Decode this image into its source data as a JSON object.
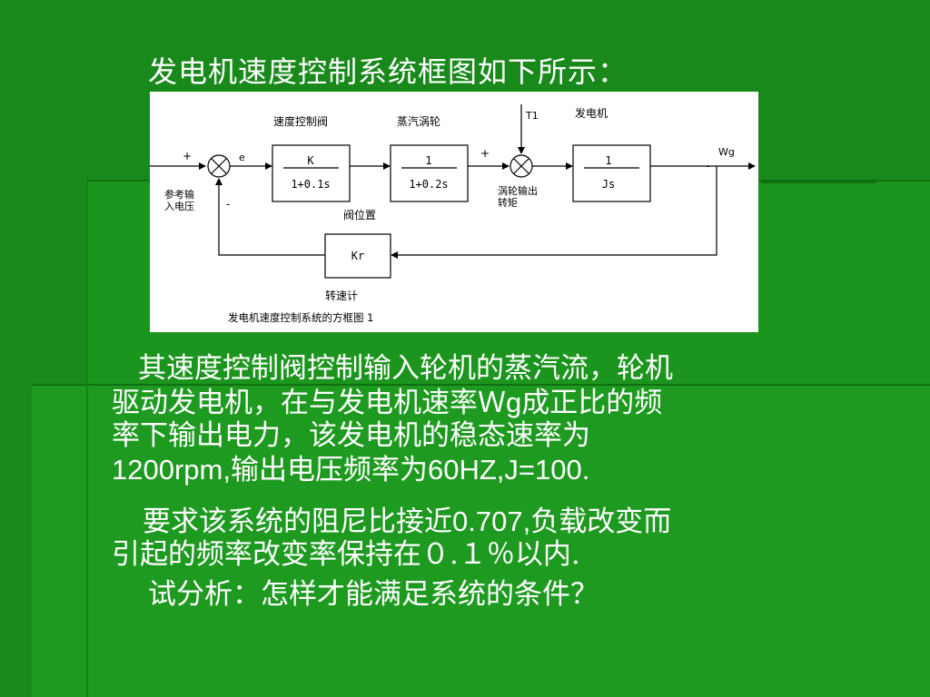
{
  "slide_title": "发电机速度控制系统框图如下所示：",
  "diagram": {
    "caption": "发电机速度控制系统的方框图 1",
    "labels": {
      "speed_valve": "速度控制阀",
      "steam_turbine": "蒸汽涡轮",
      "generator": "发电机",
      "T1": "T1",
      "Wg": "Wg",
      "plus1": "+",
      "e": "e",
      "minus1": "-",
      "plus2": "+",
      "minus2": "-",
      "ref_input_1": "参考输",
      "ref_input_2": "入电压",
      "valve_position": "阀位置",
      "turbine_torque_1": "涡轮输出",
      "turbine_torque_2": "转矩",
      "tachometer": "转速计"
    },
    "blocks": {
      "valve_num": "K",
      "valve_den": "1+0.1s",
      "turbine_num": "1",
      "turbine_den": "1+0.2s",
      "gen_num": "1",
      "gen_den": "Js",
      "feedback": "Kr"
    }
  },
  "paragraph1": {
    "l1": "其速度控制阀控制输入轮机的蒸汽流，轮机",
    "l2a": "驱动发电机，在与发电机速率Ｗ",
    "l2b": "g",
    "l2c": "成正比的频",
    "l3": "率下输出电力，该发电机的稳态速率为",
    "l4a": "1200rpm,",
    "l4b": "输出电压频率为",
    "l4c": "60HZ,J=100."
  },
  "paragraph2": {
    "l1a": "要求该系统的阻尼比接近",
    "l1b": "0.707,",
    "l1c": "负载改变而",
    "l2": "引起的频率改变率保持在０.１％以内."
  },
  "paragraph3": "试分析：怎样才能满足系统的条件？"
}
